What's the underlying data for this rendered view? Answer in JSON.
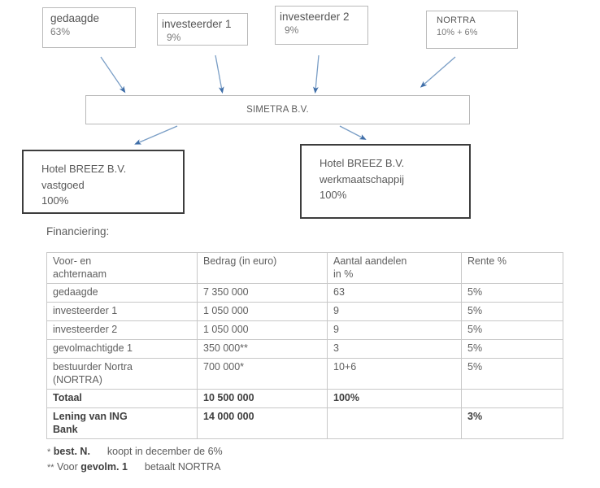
{
  "shareholders": [
    {
      "name": "gedaagde",
      "share": "63%",
      "icon": "shareholder-box"
    },
    {
      "name": "investeerder 1",
      "share": "9%",
      "icon": "shareholder-box"
    },
    {
      "name": "investeerder 2",
      "share": "9%",
      "icon": "shareholder-box"
    },
    {
      "name": "NORTRA",
      "share": "10% + 6%",
      "icon": "shareholder-box"
    }
  ],
  "parent_company": {
    "name": "SIMETRA B.V."
  },
  "subsidiaries": [
    {
      "name": "Hotel BREEZ B.V.",
      "role": "vastgoed",
      "share": "100%"
    },
    {
      "name": "Hotel BREEZ B.V.",
      "role": "werkmaatschappij",
      "share": "100%"
    }
  ],
  "section": {
    "financing_label": "Financiering:"
  },
  "table": {
    "headers": [
      "Voor- en achternaam",
      "Bedrag (in euro)",
      "Aantal aandelen in %",
      "Rente %"
    ],
    "header_lines": {
      "col1_line1": "Voor- en",
      "col1_line2": "achternaam",
      "col2": "Bedrag (in euro)",
      "col3_line1": "Aantal aandelen",
      "col3_line2": "in %",
      "col4": "Rente %"
    },
    "rows": [
      {
        "name": "gedaagde",
        "amount": "7 350 000",
        "shares": "63",
        "rate": "5%"
      },
      {
        "name": "investeerder 1",
        "amount": "1 050 000",
        "shares": "9",
        "rate": "5%"
      },
      {
        "name": "investeerder 2",
        "amount": "1 050 000",
        "shares": "9",
        "rate": "5%"
      },
      {
        "name": "gevolmachtigde 1",
        "amount": "350 000**",
        "shares": "3",
        "rate": "5%"
      }
    ],
    "nortra_row": {
      "name_line1": "bestuurder Nortra",
      "name_line2": "(NORTRA)",
      "amount": "700 000*",
      "shares": "10+6",
      "rate": "5%"
    },
    "total_row": {
      "label": "Totaal",
      "amount": "10 500 000",
      "shares": "100%",
      "rate": ""
    },
    "loan_row": {
      "label_line1": "Lening van ING",
      "label_line2": "Bank",
      "amount": "14 000 000",
      "shares": "",
      "rate": "3%"
    }
  },
  "footnotes": [
    {
      "mark": "*",
      "subject": "best. N.",
      "text": "koopt in december de 6%"
    },
    {
      "mark": "**",
      "prefix": "Voor",
      "subject": "gevolm. 1",
      "text": "betaalt NORTRA"
    }
  ],
  "colors": {
    "arrow": "#4472a8",
    "box_border": "#b9b9b9",
    "heavy_border": "#3d3d3d",
    "text": "#5d5d5d"
  }
}
